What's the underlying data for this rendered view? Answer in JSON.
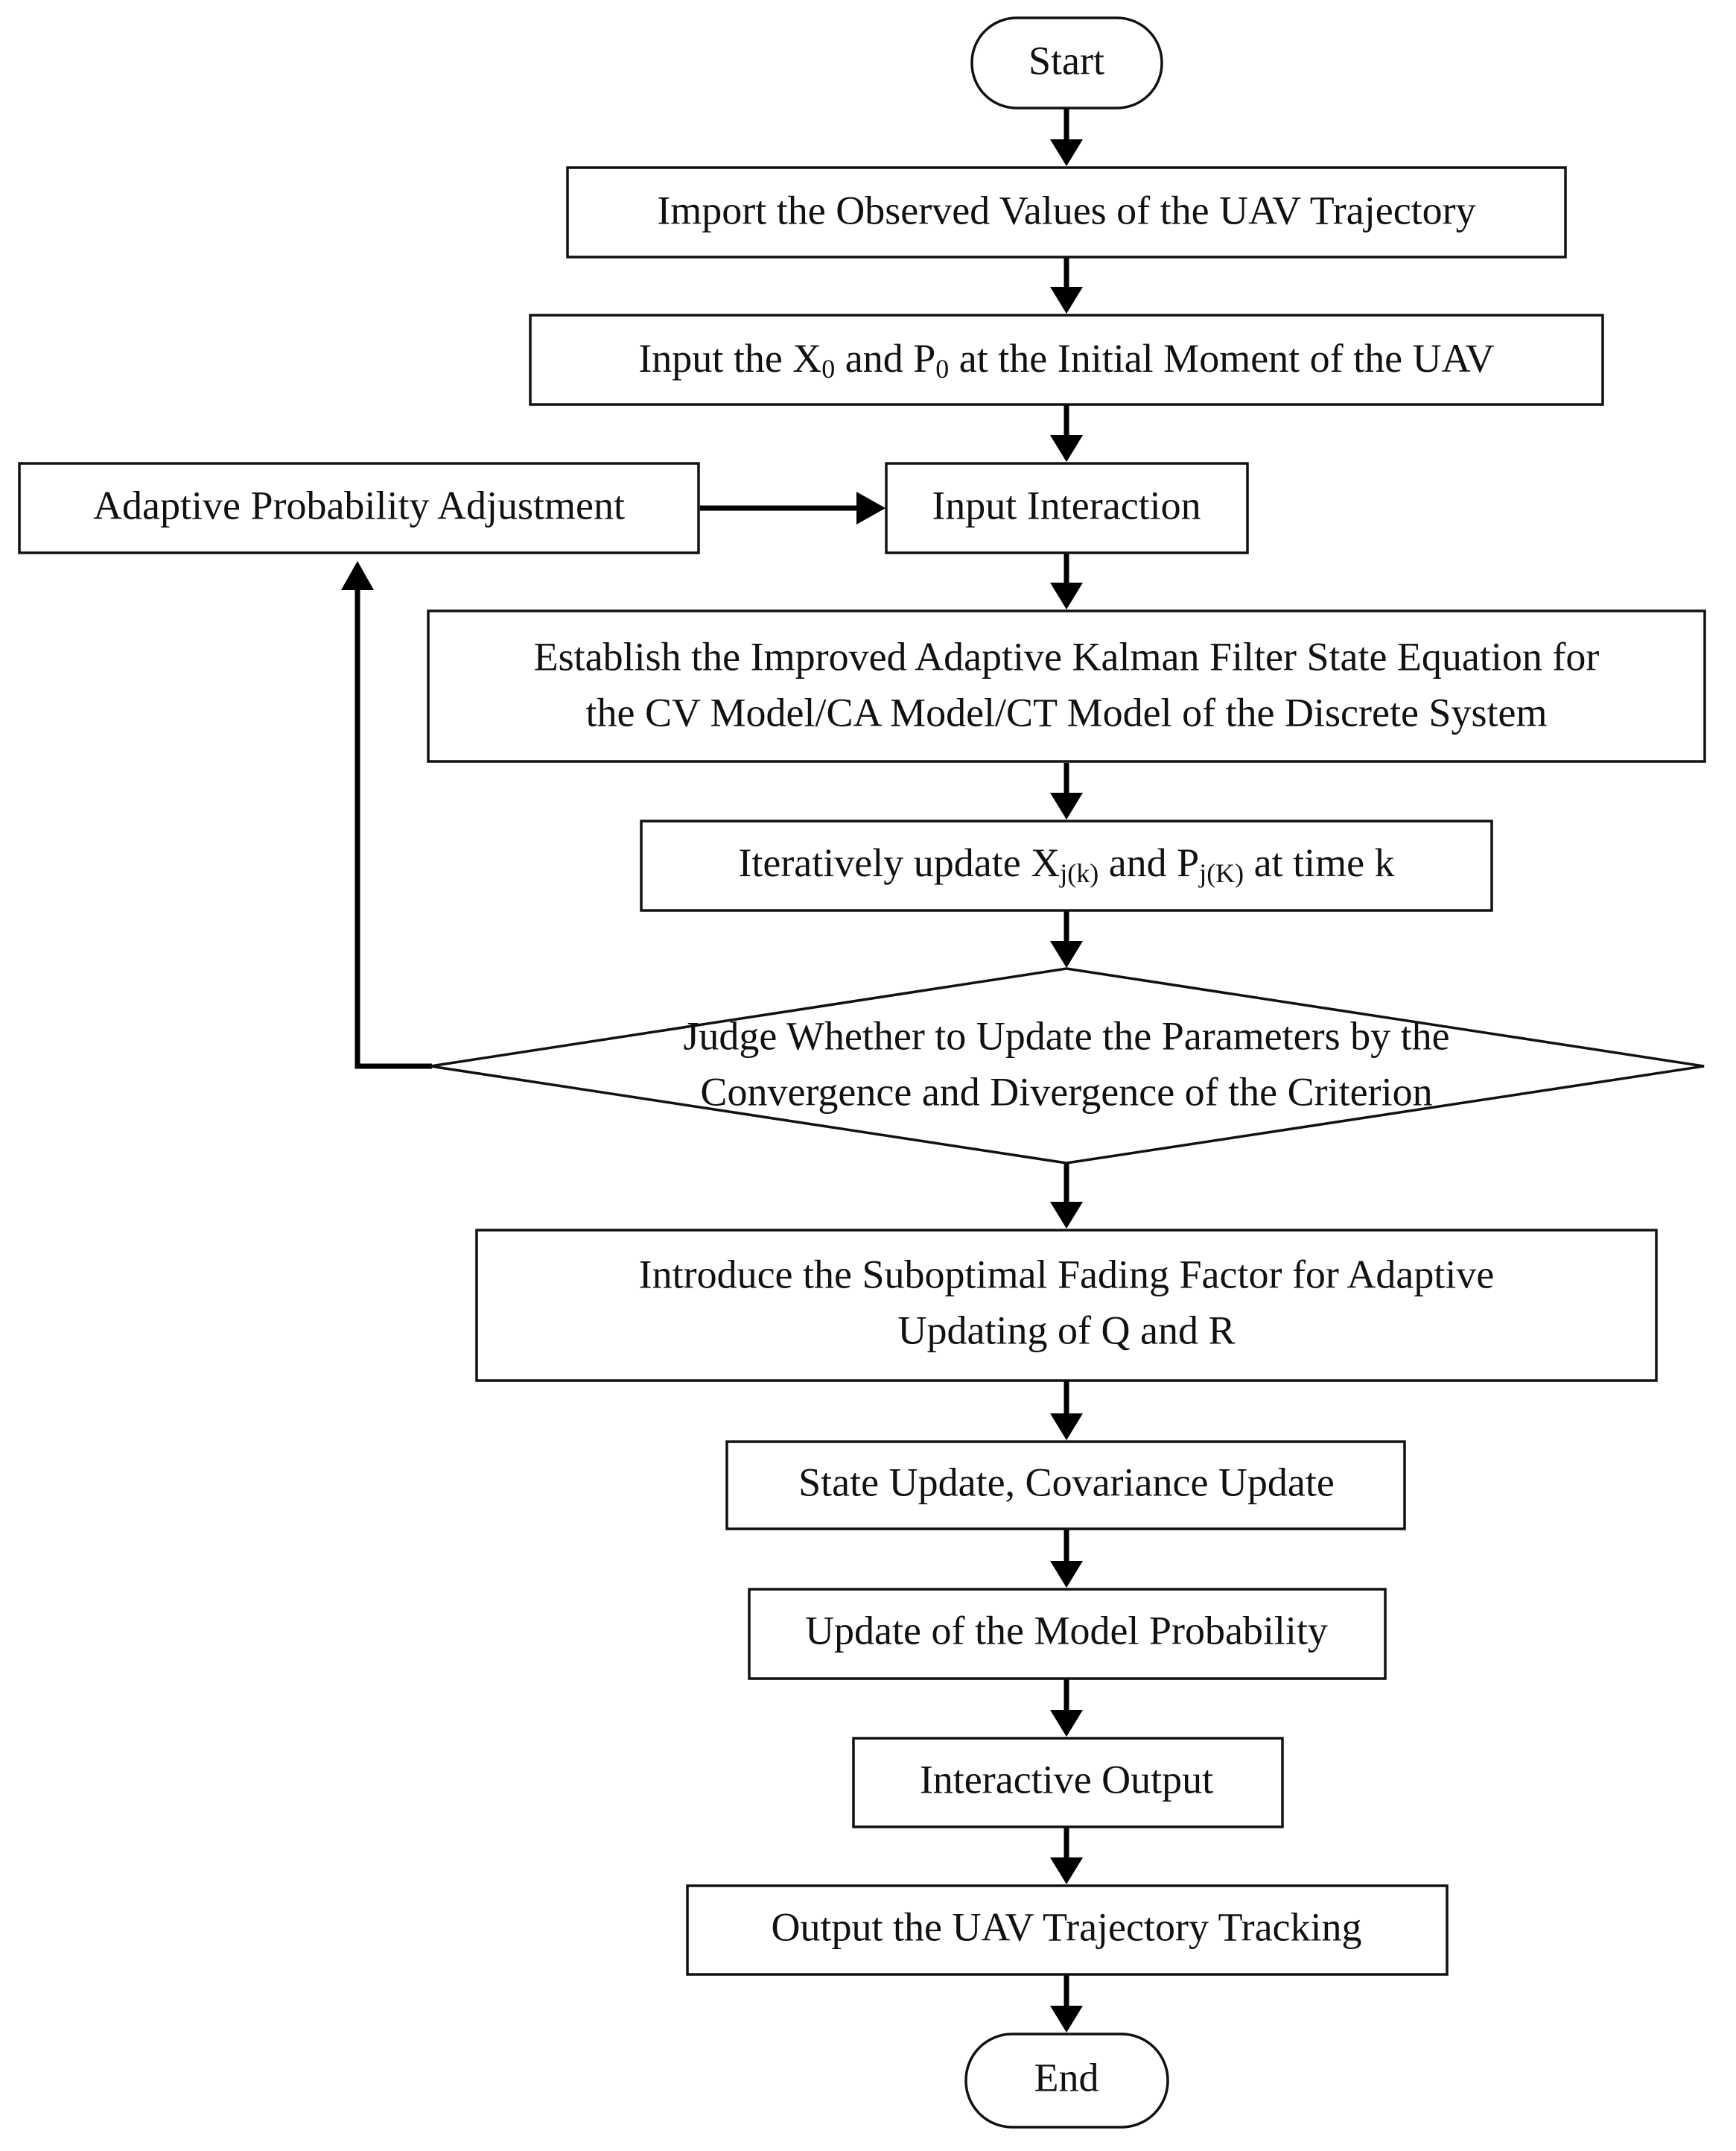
{
  "flowchart": {
    "start": "Start",
    "import_observed": "Import the Observed Values of the UAV Trajectory",
    "input_initial": {
      "p1": "Input the X",
      "sub1": "0",
      "p2": " and P",
      "sub2": "0",
      "p3": " at the Initial Moment of the UAV"
    },
    "adaptive_adjustment": "Adaptive Probability Adjustment",
    "input_interaction": "Input Interaction",
    "establish_equation": {
      "line1": "Establish the Improved Adaptive Kalman Filter State Equation for",
      "line2": "the CV Model/CA Model/CT Model of the Discrete System"
    },
    "iterative_update": {
      "p1": "Iteratively update X",
      "sub1": "j(k)",
      "p2": " and P",
      "sub2": "j(K)",
      "p3": " at time k"
    },
    "judge": {
      "line1": "Judge Whether to Update the Parameters by the",
      "line2": "Convergence and Divergence of the Criterion"
    },
    "fading_factor": {
      "line1": "Introduce the Suboptimal Fading Factor for Adaptive",
      "line2": "Updating of Q and R"
    },
    "state_update": "State Update, Covariance Update",
    "model_probability": "Update of the Model Probability",
    "interactive_output": "Interactive Output",
    "output_tracking": "Output the UAV Trajectory Tracking",
    "end": "End"
  }
}
